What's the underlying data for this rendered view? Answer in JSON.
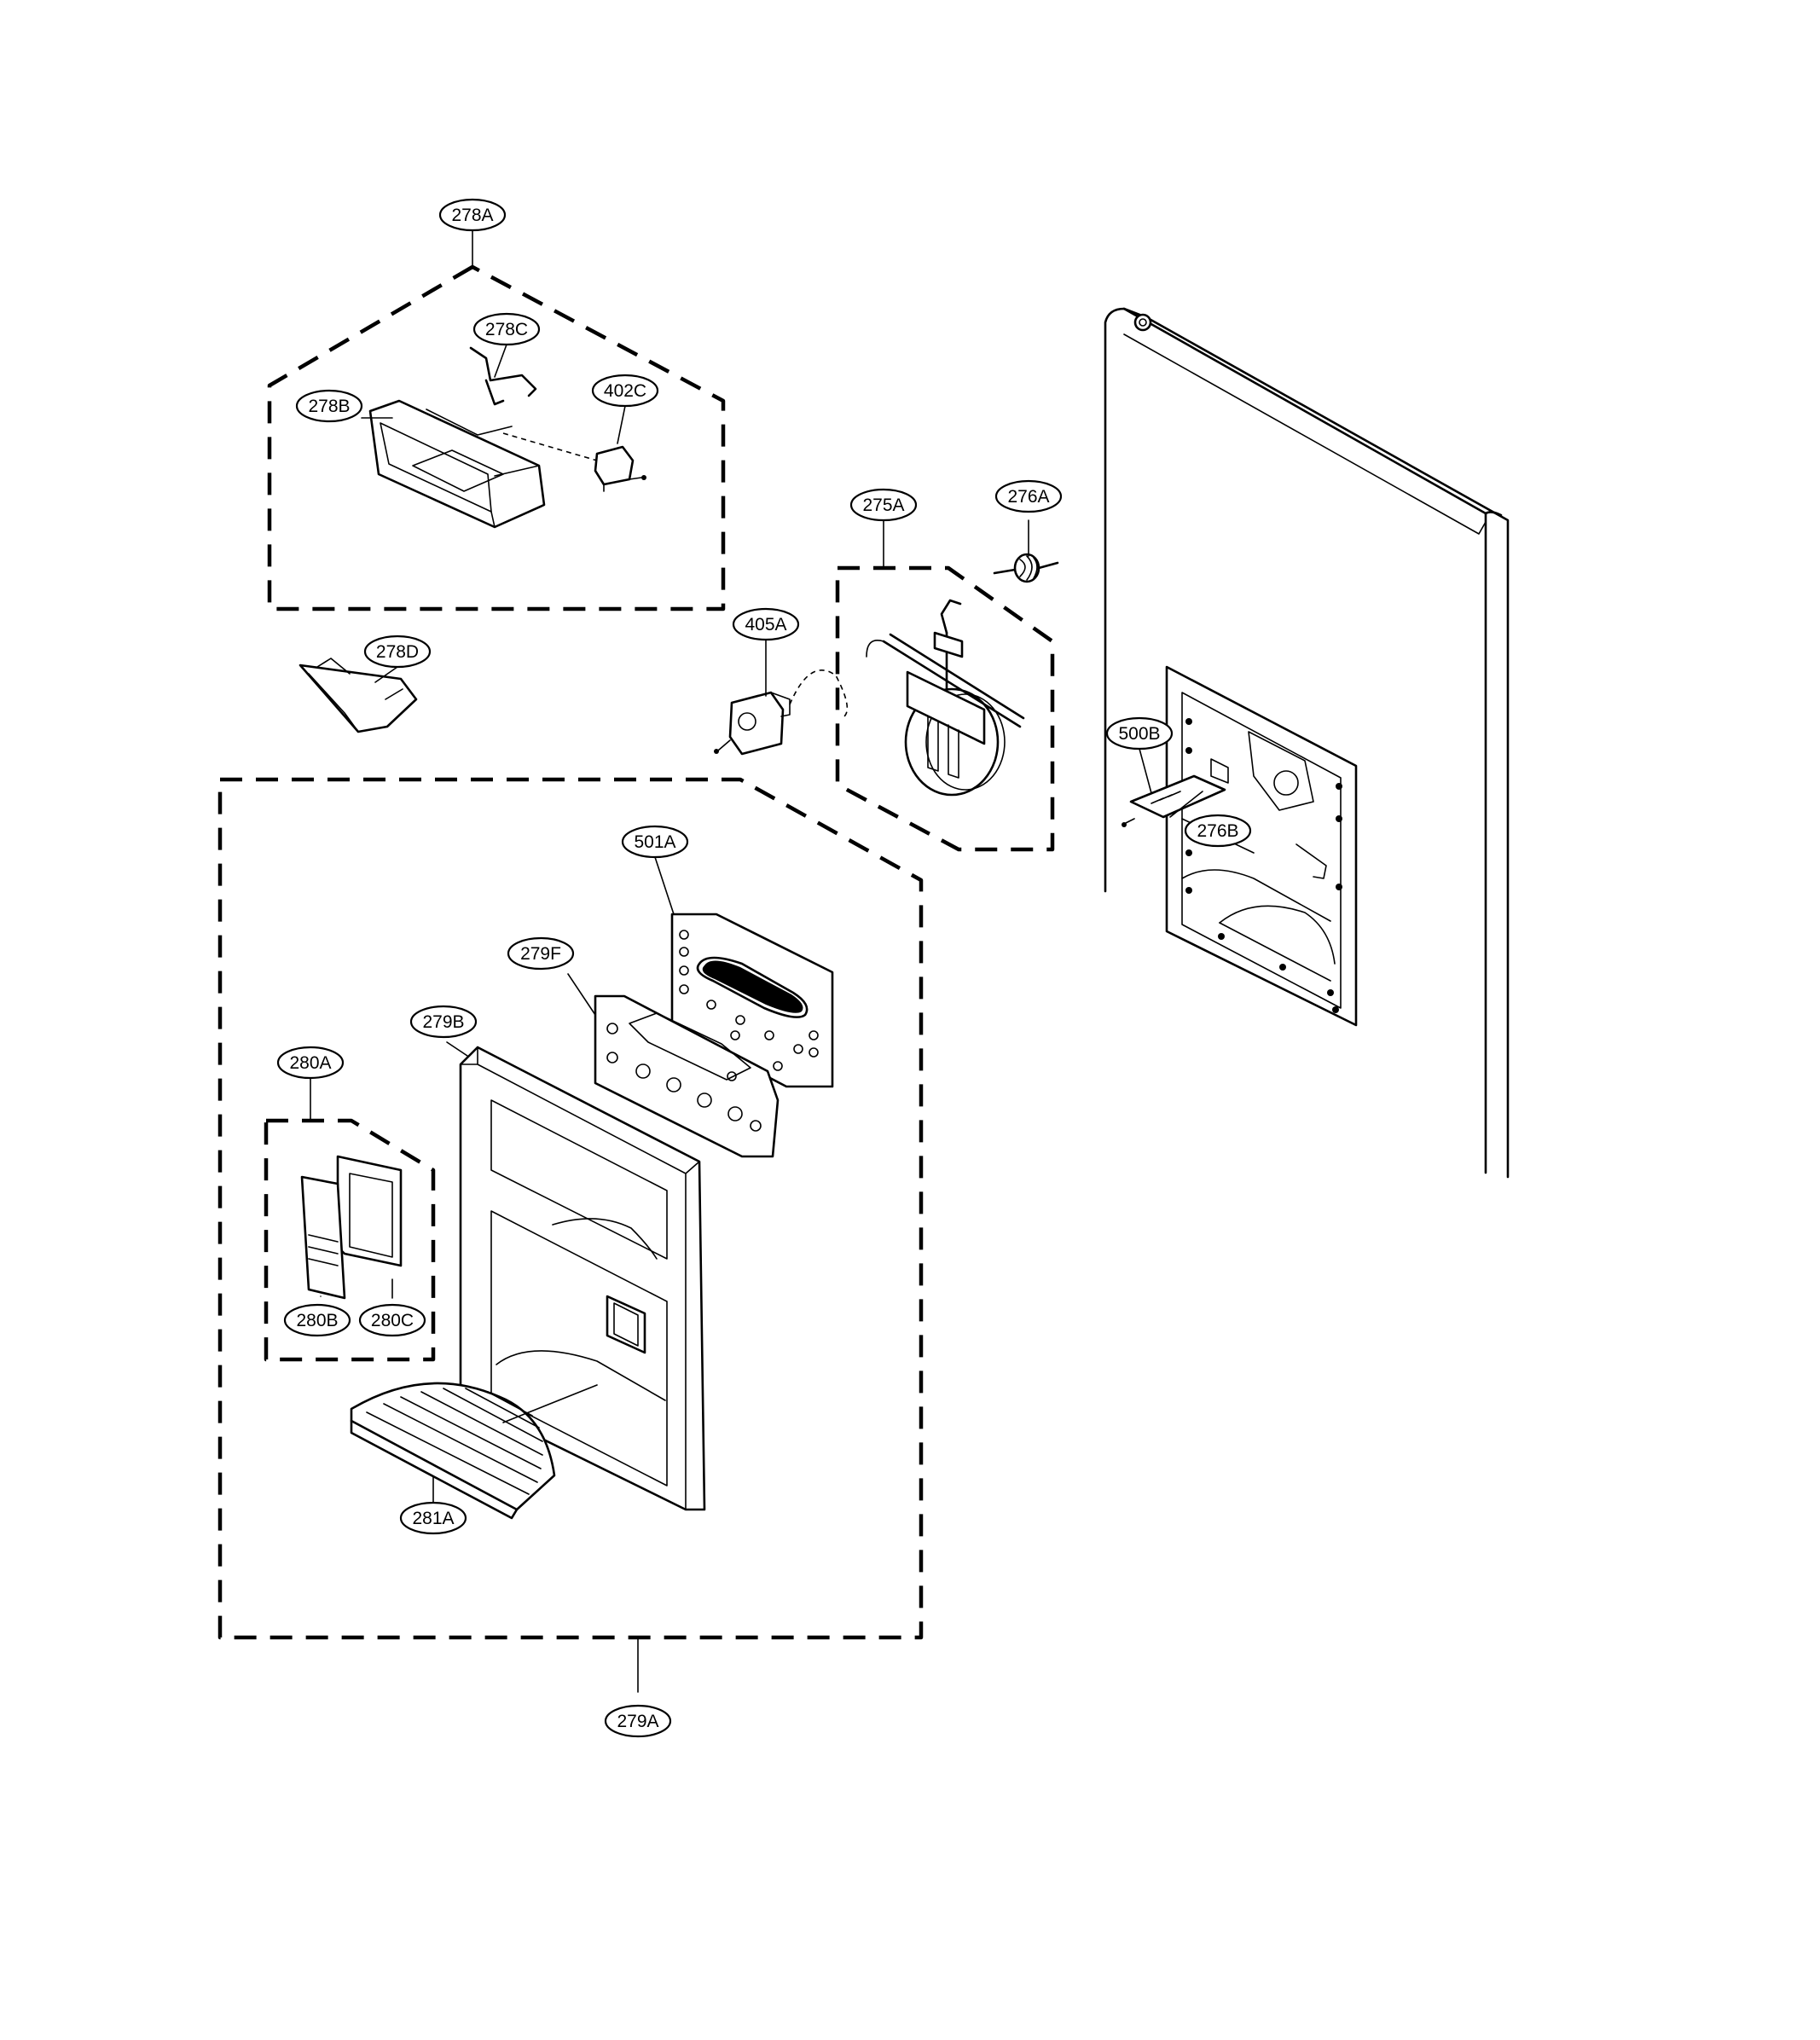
{
  "callouts": [
    {
      "id": "c-278A",
      "label": "278A"
    },
    {
      "id": "c-278C",
      "label": "278C"
    },
    {
      "id": "c-402C",
      "label": "402C"
    },
    {
      "id": "c-278B",
      "label": "278B"
    },
    {
      "id": "c-278D",
      "label": "278D"
    },
    {
      "id": "c-405A",
      "label": "405A"
    },
    {
      "id": "c-275A",
      "label": "275A"
    },
    {
      "id": "c-276A",
      "label": "276A"
    },
    {
      "id": "c-500B",
      "label": "500B"
    },
    {
      "id": "c-276B",
      "label": "276B"
    },
    {
      "id": "c-501A",
      "label": "501A"
    },
    {
      "id": "c-279F",
      "label": "279F"
    },
    {
      "id": "c-279B",
      "label": "279B"
    },
    {
      "id": "c-280A",
      "label": "280A"
    },
    {
      "id": "c-280B",
      "label": "280B"
    },
    {
      "id": "c-280C",
      "label": "280C"
    },
    {
      "id": "c-281A",
      "label": "281A"
    },
    {
      "id": "c-279A",
      "label": "279A"
    }
  ]
}
